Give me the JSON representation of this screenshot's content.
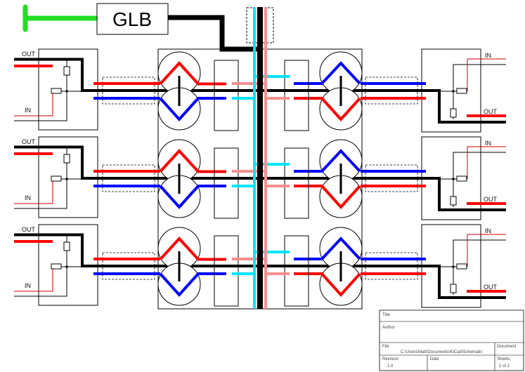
{
  "glb_label": "GLB",
  "ports": {
    "out": "OUT",
    "in": "IN"
  },
  "title_block": {
    "title_label": "Title",
    "author_label": "Author",
    "file_label": "File",
    "file_value": "C:\\Users\\Matt\\Documents\\KiCad\\Schematic",
    "document_label": "Document",
    "revision_label": "Revision",
    "revision_value": "1.0",
    "date_label": "Date",
    "sheets_label": "Sheets",
    "sheets_value": "1 of 1"
  },
  "colors": {
    "ground": "#000000",
    "positive": "#ff0000",
    "negative": "#0000ff",
    "global_in": "#00e5ff",
    "global_out": "#f4908e",
    "glb_wire": "#22dd22",
    "thin_red": "#cc0000",
    "outline": "#000000"
  }
}
